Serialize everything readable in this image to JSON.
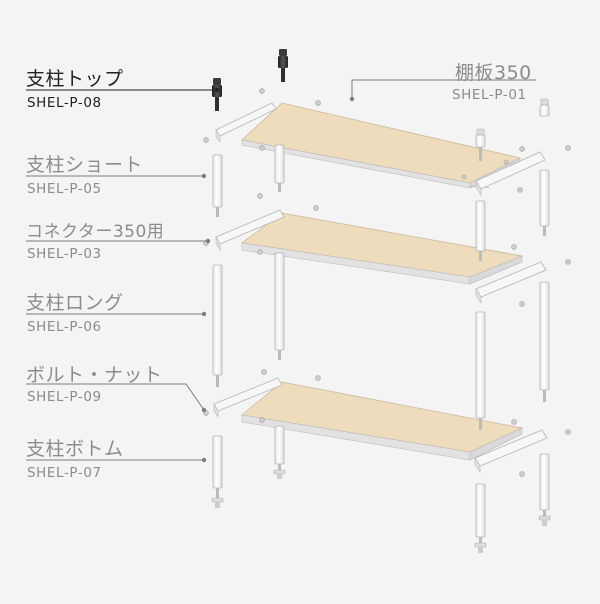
{
  "parts": [
    {
      "key": "top",
      "name": "支柱トップ",
      "code": "SHEL-P-08",
      "highlight": true
    },
    {
      "key": "shelf",
      "name": "棚板350",
      "code": "SHEL-P-01",
      "highlight": false
    },
    {
      "key": "short",
      "name": "支柱ショート",
      "code": "SHEL-P-05",
      "highlight": false
    },
    {
      "key": "connector",
      "name": "コネクター350用",
      "code": "SHEL-P-03",
      "highlight": false
    },
    {
      "key": "long",
      "name": "支柱ロング",
      "code": "SHEL-P-06",
      "highlight": false
    },
    {
      "key": "bolt",
      "name": "ボルト・ナット",
      "code": "SHEL-P-09",
      "highlight": false
    },
    {
      "key": "bottom",
      "name": "支柱ボトム",
      "code": "SHEL-P-07",
      "highlight": false
    }
  ],
  "colors": {
    "background": "#f4f4f4",
    "shelf_wood": "#efdcbd",
    "shelf_frame": "#e4e4e4",
    "metal": "#f7f7f7",
    "outline": "#b4b4b4",
    "highlight_part": "#2b2b2b",
    "leader": "#7d7d7d",
    "leader_highlight": "#222222"
  }
}
